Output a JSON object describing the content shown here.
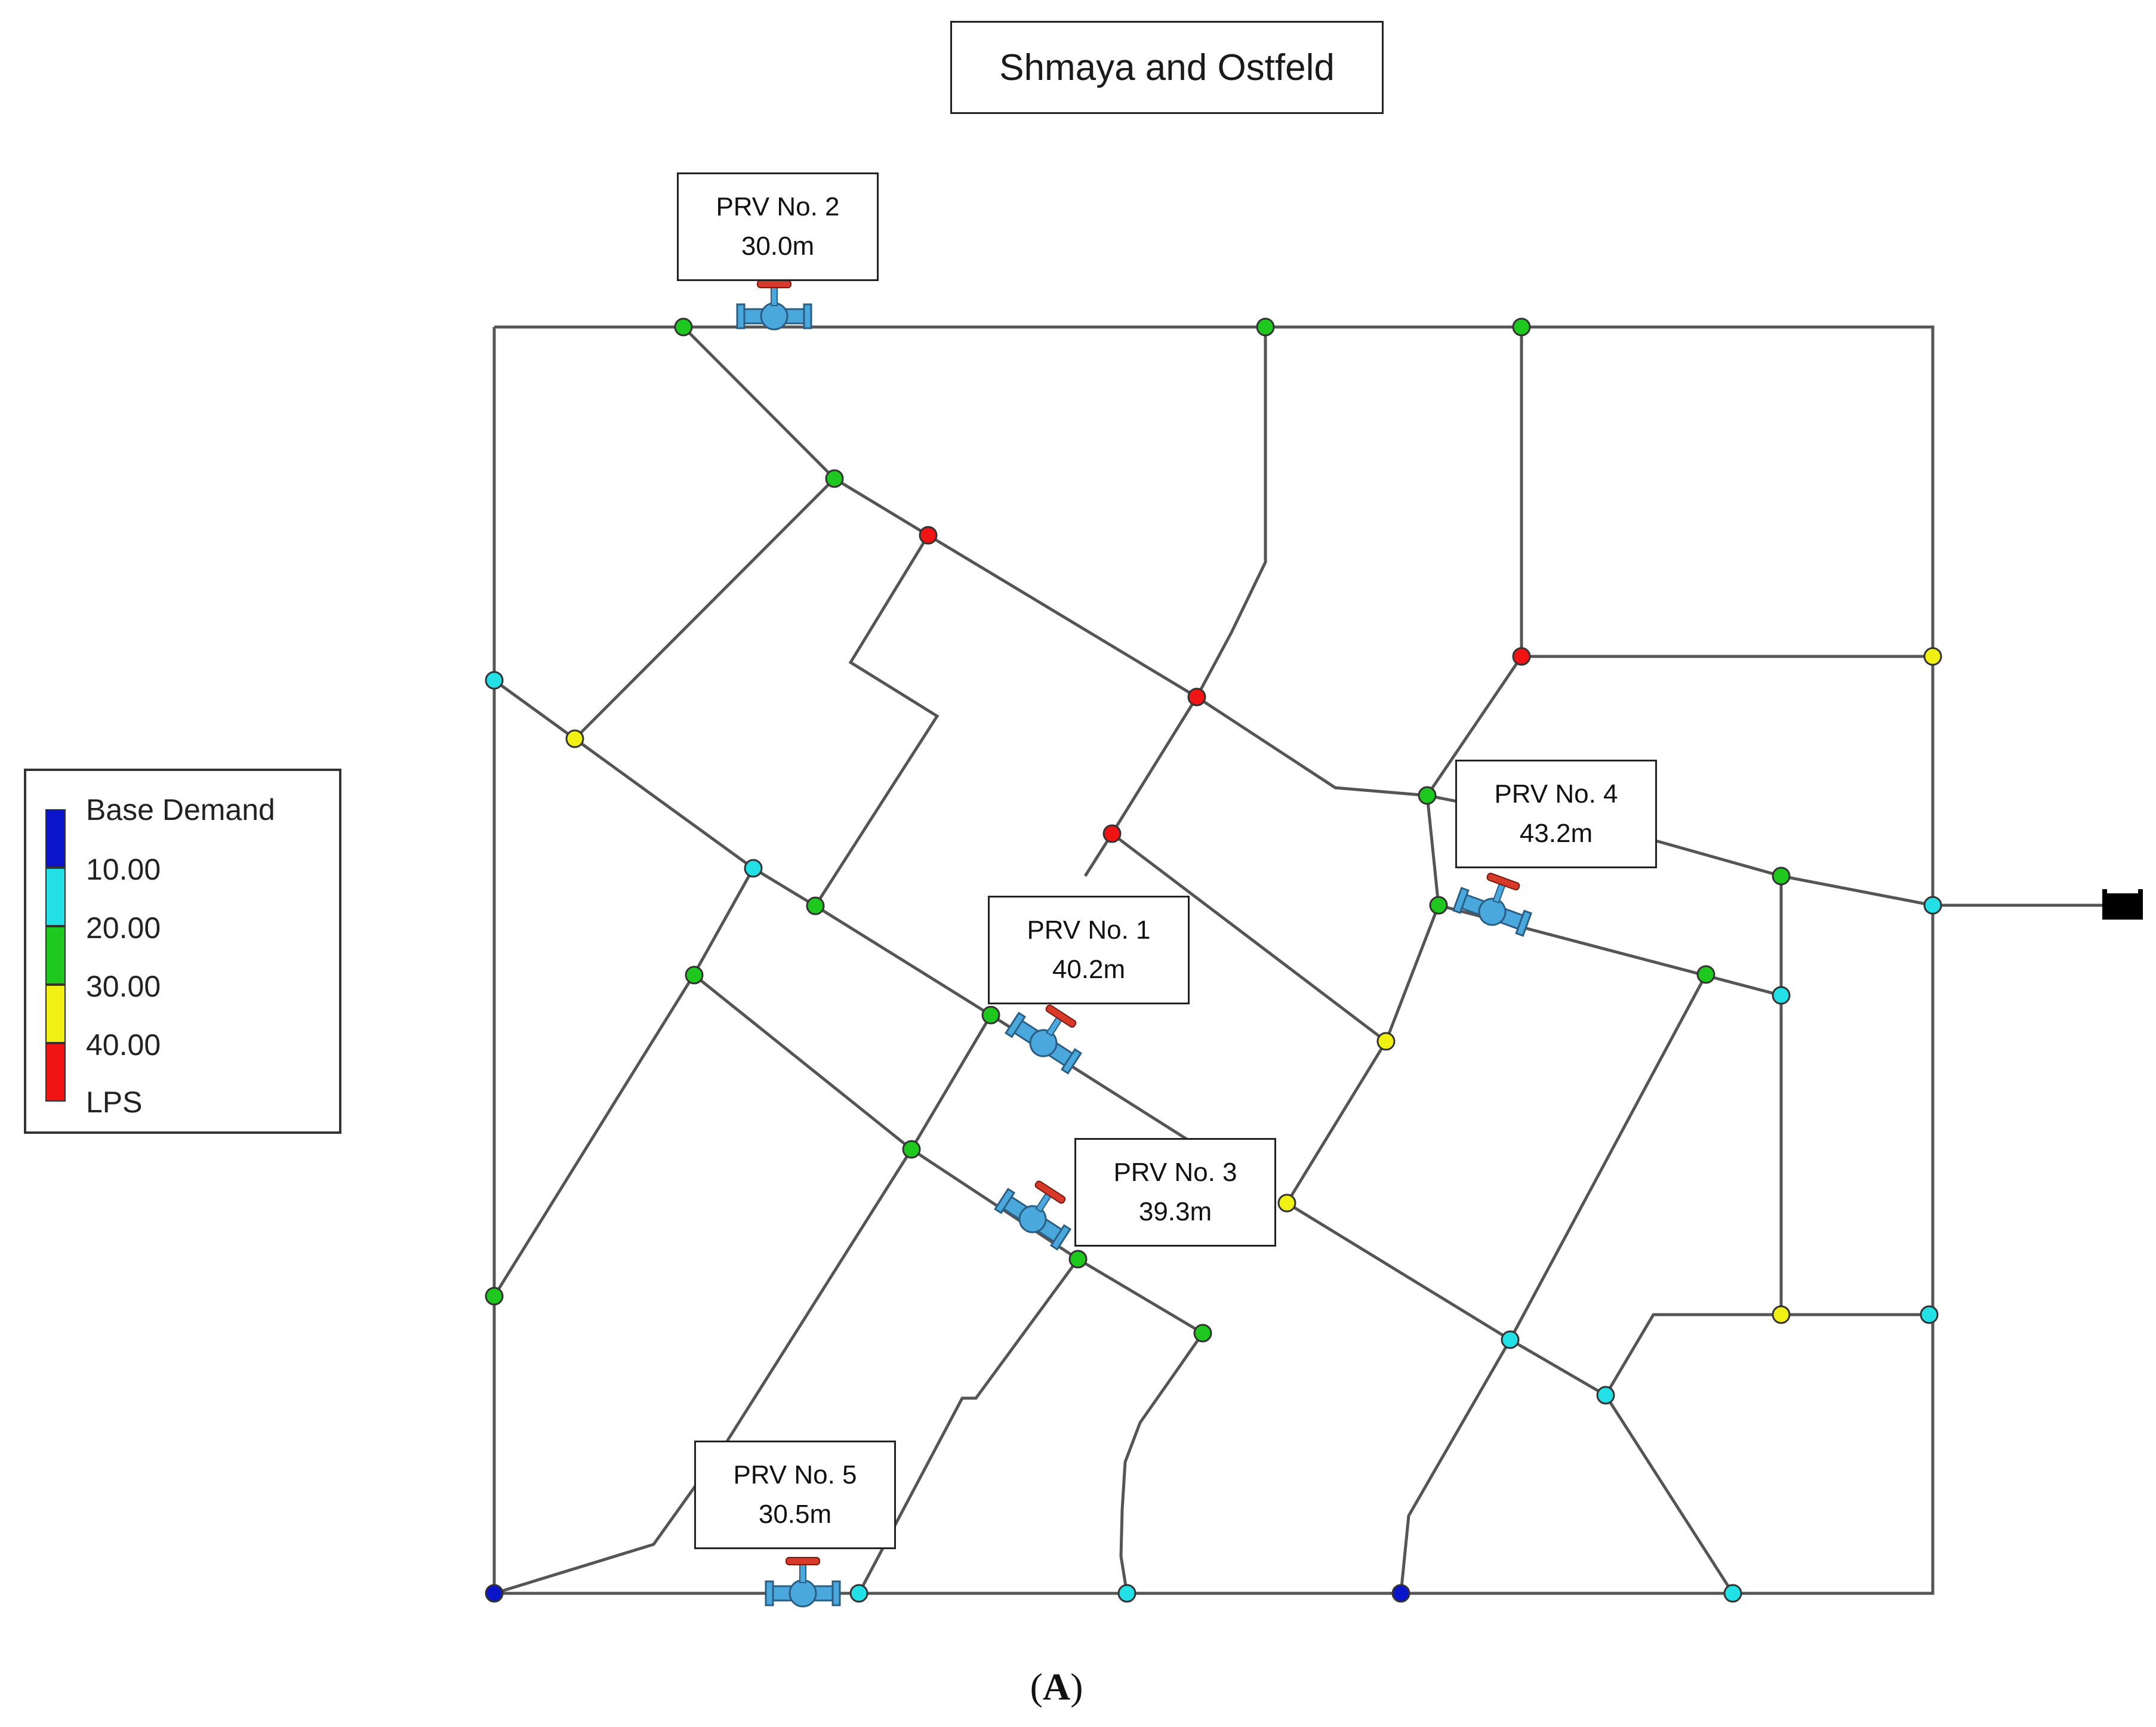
{
  "title": "Shmaya and Ostfeld",
  "legend": {
    "title": "Base Demand",
    "ticks": [
      "10.00",
      "20.00",
      "30.00",
      "40.00"
    ],
    "unit": "LPS",
    "colors": [
      "#0a14c8",
      "#22e0e6",
      "#1ec81e",
      "#f0f014",
      "#f01414"
    ]
  },
  "prvs": [
    {
      "name": "PRV No. 2",
      "setting": "30.0m"
    },
    {
      "name": "PRV No. 1",
      "setting": "40.2m"
    },
    {
      "name": "PRV No. 4",
      "setting": "43.2m"
    },
    {
      "name": "PRV No. 3",
      "setting": "39.3m"
    },
    {
      "name": "PRV No. 5",
      "setting": "30.5m"
    }
  ],
  "caption": "A",
  "colors": {
    "pipe": "#555555",
    "valve_body": "#4aa8dc",
    "valve_handle": "#d83a2a",
    "tank": "#000000"
  }
}
